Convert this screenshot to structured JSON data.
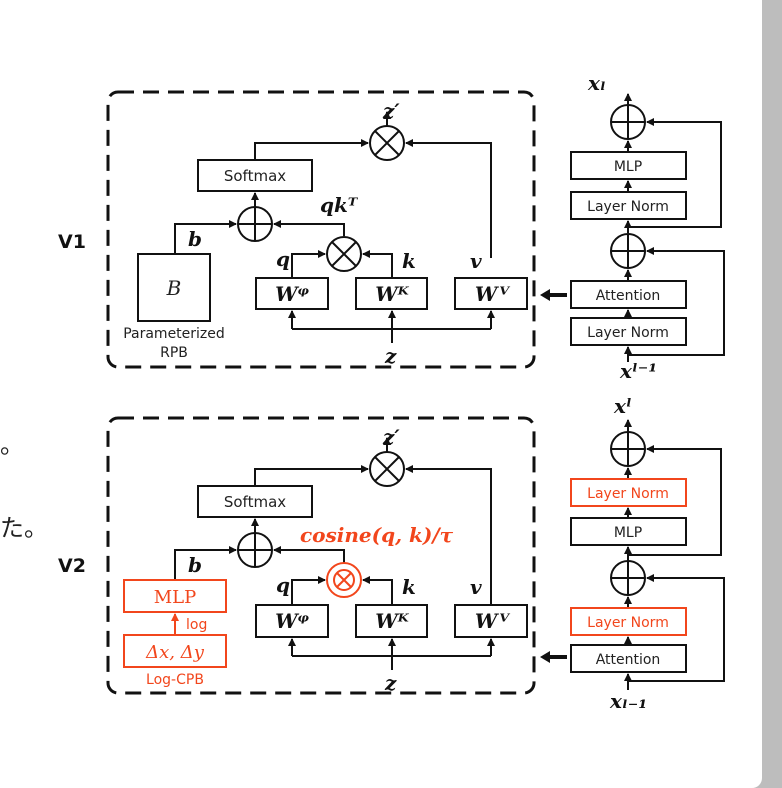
{
  "page": {
    "left_text_fragments": [
      "。",
      "た。"
    ]
  },
  "diagram": {
    "v1": {
      "label": "V1",
      "attention_block": {
        "softmax": "Softmax",
        "bias_box": "B",
        "bias_caption_line1": "Parameterized",
        "bias_caption_line2": "RPB",
        "bias_symbol": "b",
        "qk_label": "qkᵀ",
        "q": "q",
        "k": "k",
        "v": "v",
        "wq": "Wᵠ",
        "wk": "Wᴷ",
        "wv": "Wⱽ",
        "input": "z",
        "output": "z′"
      },
      "block": {
        "output": "xₗ",
        "input": "xˡ⁻¹",
        "layers_top_to_bottom": [
          "MLP",
          "Layer Norm",
          "Attention",
          "Layer Norm"
        ]
      }
    },
    "v2": {
      "label": "V2",
      "attention_block": {
        "softmax": "Softmax",
        "mlp_box": "MLP",
        "log_label": "log",
        "delta_box": "Δx, Δy",
        "bias_caption": "Log-CPB",
        "bias_symbol": "b",
        "cosine_label": "cosine(q, k)/τ",
        "q": "q",
        "k": "k",
        "v": "v",
        "wq": "Wᵠ",
        "wk": "Wᴷ",
        "wv": "Wⱽ",
        "input": "z",
        "output": "z′"
      },
      "block": {
        "output": "xˡ",
        "input": "xₗ₋₁",
        "layers_top_to_bottom": [
          "Layer Norm",
          "MLP",
          "Layer Norm",
          "Attention"
        ]
      }
    },
    "colors": {
      "highlight": "#f2461c",
      "line": "#111111",
      "scrollbar": "#bdbdbd"
    }
  }
}
